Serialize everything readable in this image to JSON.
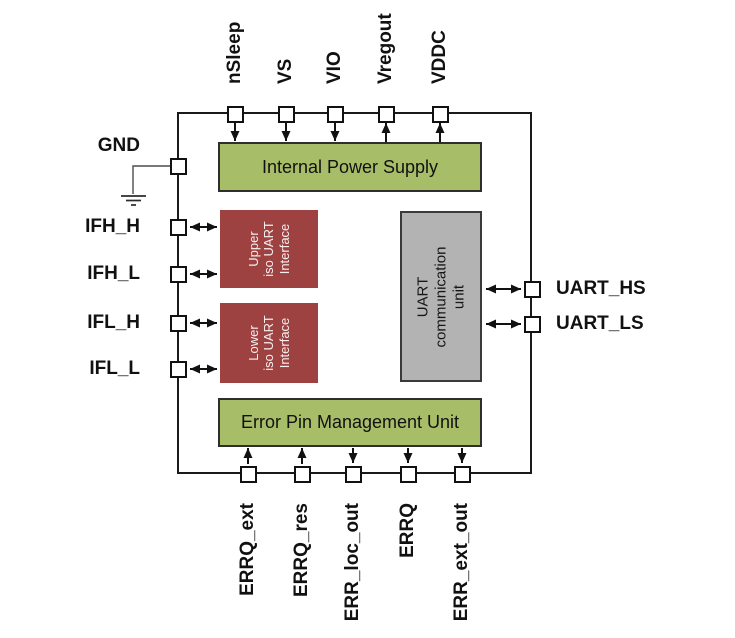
{
  "diagram": {
    "description": "Functional block diagram of a UART isolation chip",
    "colors": {
      "block_green": "#a8bd68",
      "block_red": "#9e4241",
      "block_gray": "#b3b3b3",
      "line": "#111111",
      "background": "#ffffff"
    },
    "blocks": {
      "power": {
        "label": "Internal Power Supply"
      },
      "upper_iso": {
        "lines": [
          "Upper",
          "iso UART",
          "Interface"
        ]
      },
      "lower_iso": {
        "lines": [
          "Lower",
          "iso UART",
          "Interface"
        ]
      },
      "uart_comm": {
        "lines": [
          "UART",
          "communication",
          "unit"
        ]
      },
      "error_mgmt": {
        "label": "Error Pin Management Unit"
      }
    },
    "pins": {
      "top": [
        {
          "label": "nSleep",
          "direction": "input"
        },
        {
          "label": "VS",
          "direction": "input"
        },
        {
          "label": "VIO",
          "direction": "input"
        },
        {
          "label": "Vregout",
          "direction": "output"
        },
        {
          "label": "VDDC",
          "direction": "output"
        }
      ],
      "left": [
        {
          "label": "GND",
          "direction": "ground"
        },
        {
          "label": "IFH_H",
          "direction": "bidirectional"
        },
        {
          "label": "IFH_L",
          "direction": "bidirectional"
        },
        {
          "label": "IFL_H",
          "direction": "bidirectional"
        },
        {
          "label": "IFL_L",
          "direction": "bidirectional"
        }
      ],
      "right": [
        {
          "label": "UART_HS",
          "direction": "bidirectional"
        },
        {
          "label": "UART_LS",
          "direction": "bidirectional"
        }
      ],
      "bottom": [
        {
          "label": "ERRQ_ext",
          "direction": "input"
        },
        {
          "label": "ERRQ_res",
          "direction": "input"
        },
        {
          "label": "ERR_loc_out",
          "direction": "output"
        },
        {
          "label": "ERRQ",
          "direction": "output"
        },
        {
          "label": "ERR_ext_out",
          "direction": "output"
        }
      ]
    }
  }
}
